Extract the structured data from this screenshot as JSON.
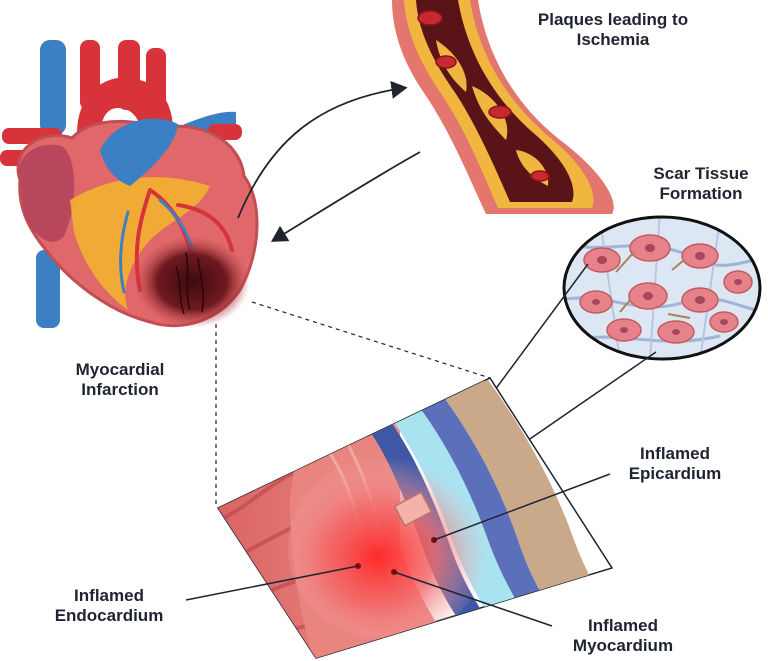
{
  "labels": {
    "plaques": {
      "line1": "Plaques leading to",
      "line2": "Ischemia"
    },
    "scar": {
      "line1": "Scar Tissue",
      "line2": "Formation"
    },
    "mi": {
      "line1": "Myocardial",
      "line2": "Infarction"
    },
    "epicardium": {
      "line1": "Inflamed",
      "line2": "Epicardium"
    },
    "endocardium": {
      "line1": "Inflamed",
      "line2": "Endocardium"
    },
    "myocardium": {
      "line1": "Inflamed",
      "line2": "Myocardium"
    }
  },
  "colors": {
    "muscle": "#e0686a",
    "vein": "#3b7fc4",
    "artery": "#d8323a",
    "fat": "#f3b62b",
    "infarct": "#5a1418",
    "plaque": "#f0b640",
    "pericardium": "#c9a98a"
  }
}
